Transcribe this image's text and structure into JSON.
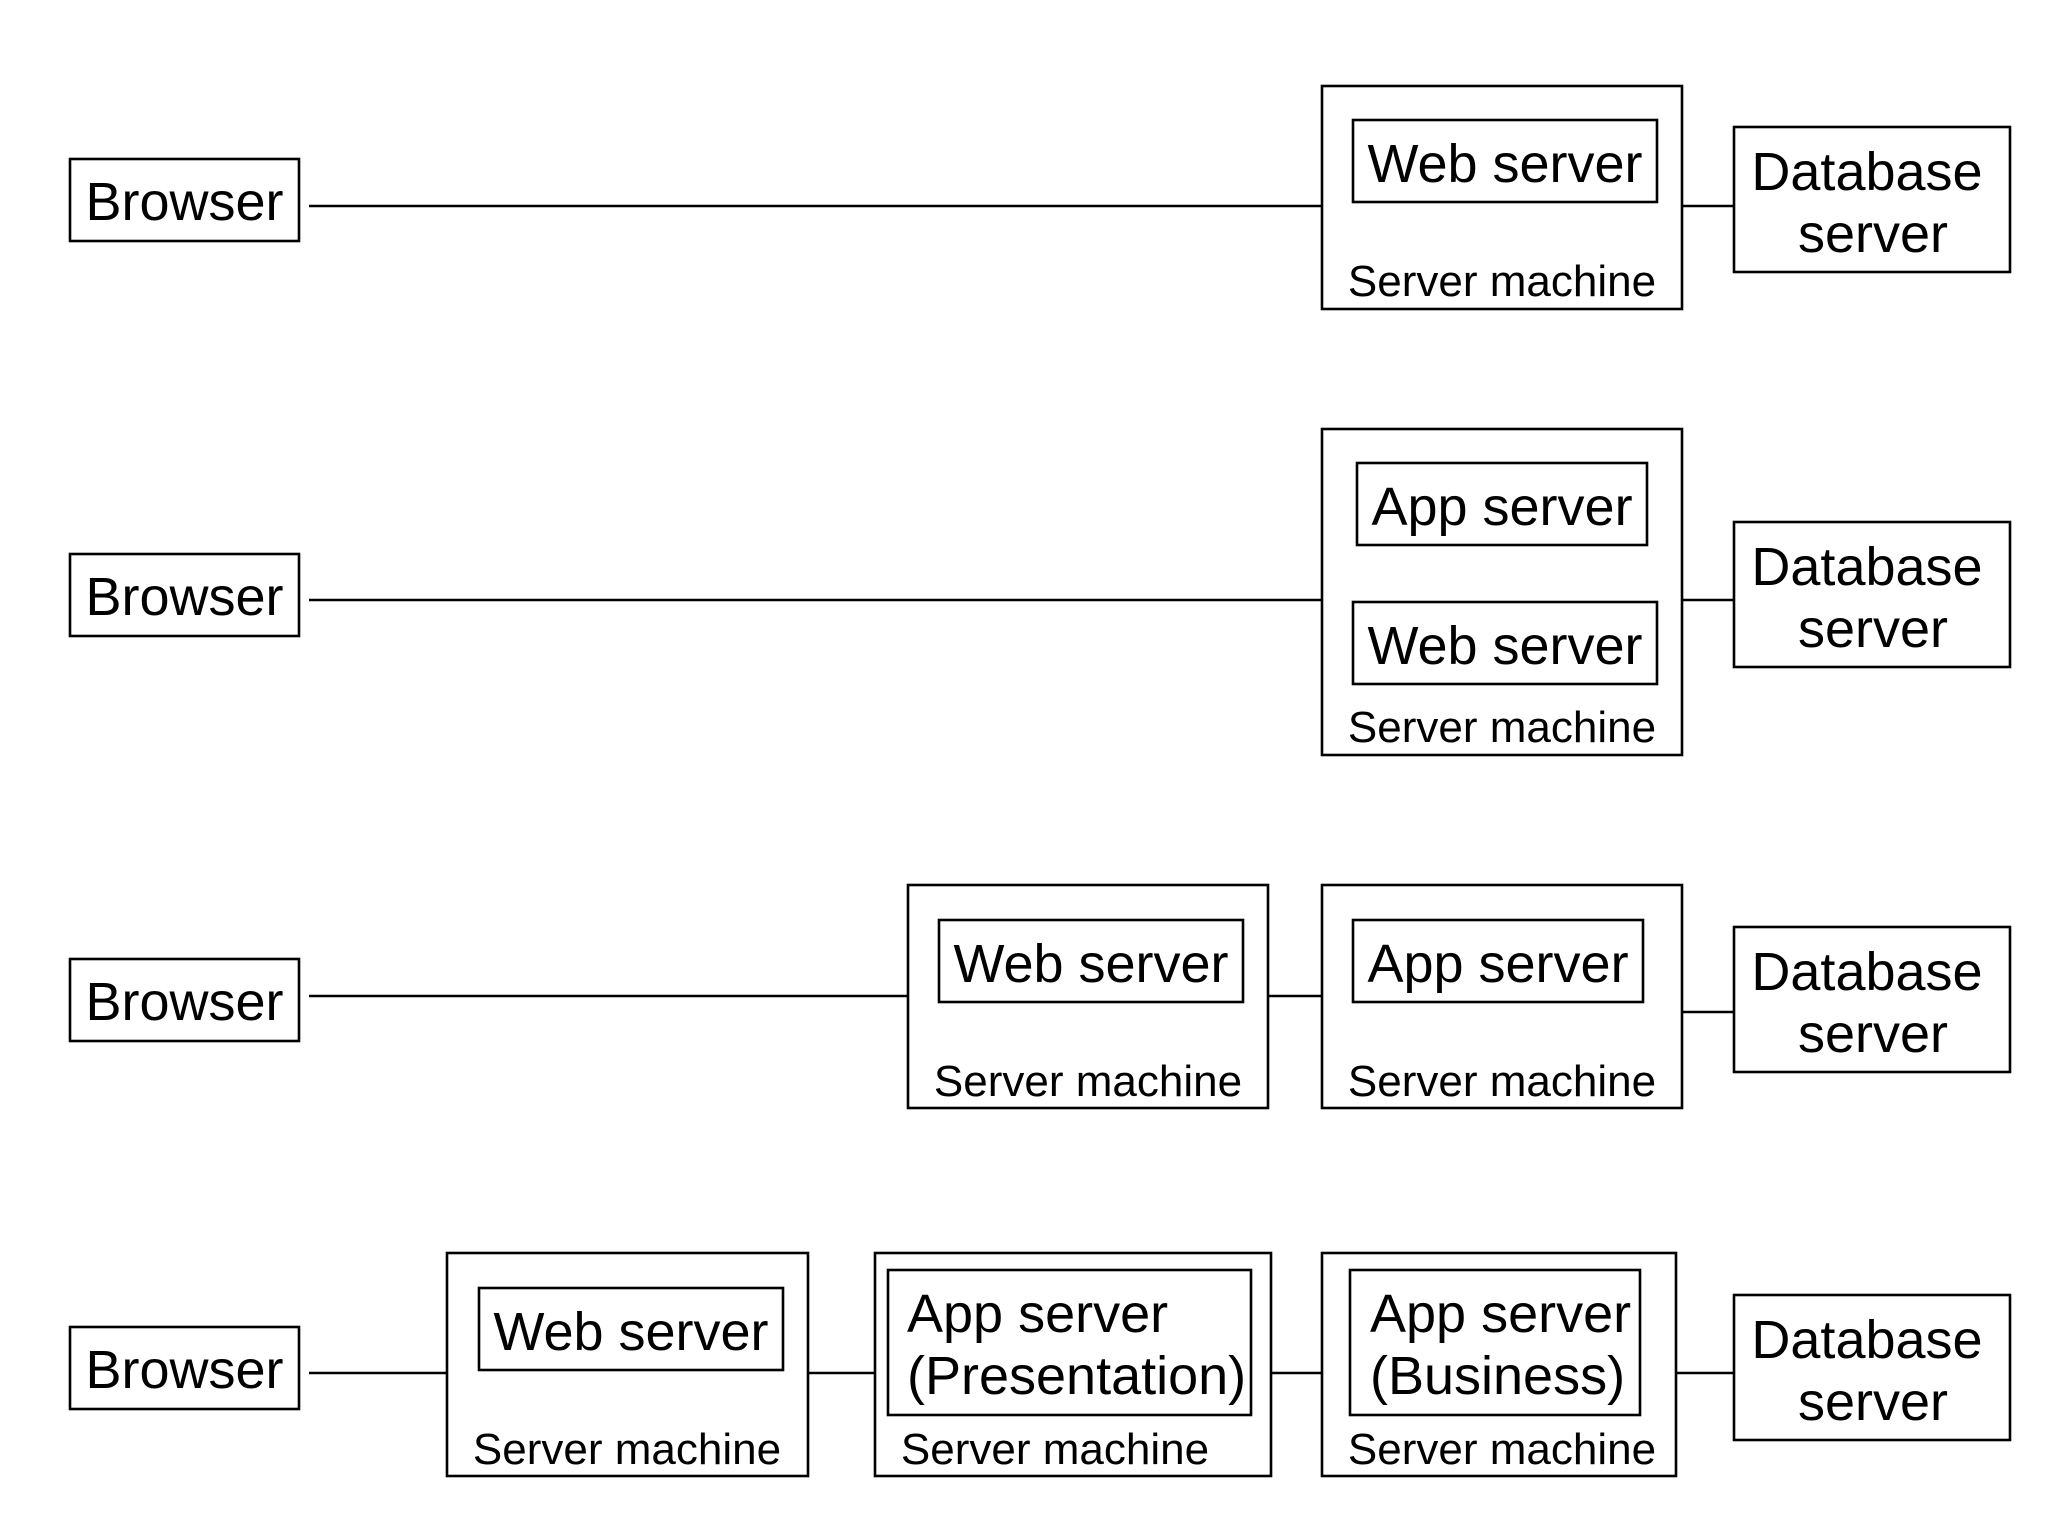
{
  "labels": {
    "browser": "Browser",
    "web_server": "Web server",
    "app_server": "App server",
    "app_server_presentation_1": "App server",
    "app_server_presentation_2": "(Presentation)",
    "app_server_business_1": "App server",
    "app_server_business_2": "(Business)",
    "database_server_1": "Database",
    "database_server_2": "server",
    "server_machine": "Server machine"
  },
  "colors": {
    "stroke": "#000000",
    "background": "#ffffff"
  }
}
